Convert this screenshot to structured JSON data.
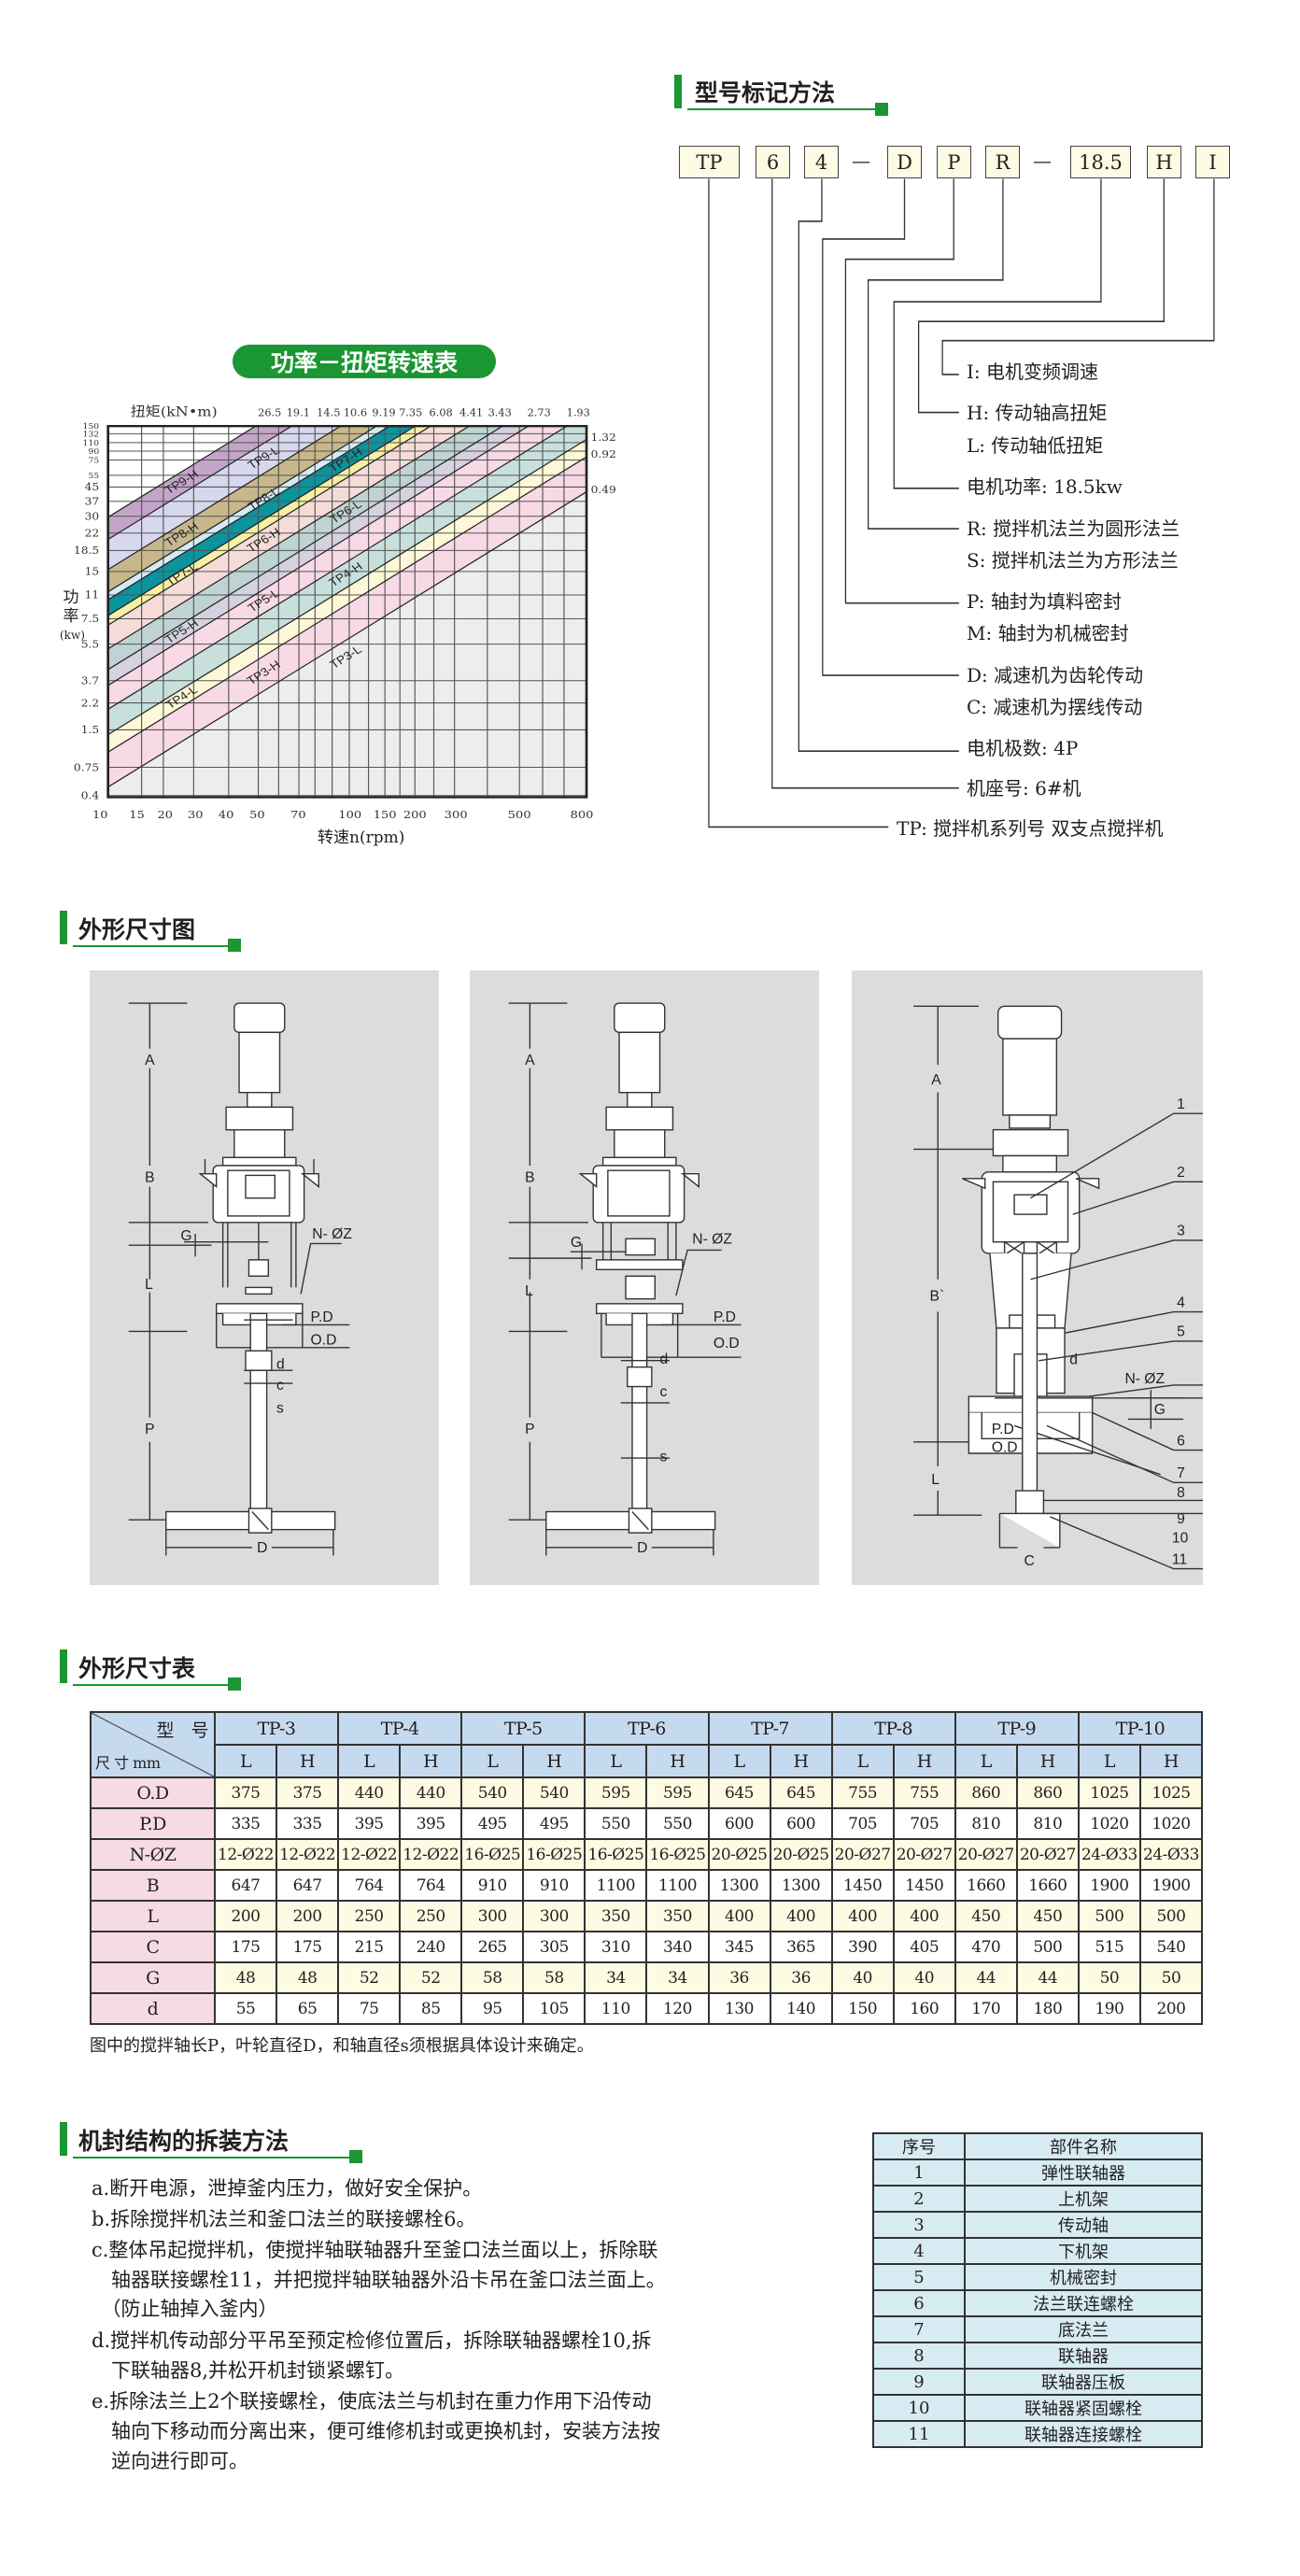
{
  "model_code": {
    "title": "型号标记方法",
    "boxes": [
      "TP",
      "6",
      "4",
      "D",
      "P",
      "R",
      "18.5",
      "H",
      "I"
    ],
    "dash": "—",
    "descriptions": [
      "I:  电机变频调速",
      "H:  传动轴高扭矩",
      "L:  传动轴低扭矩",
      "电机功率:  18.5kw",
      "R:  搅拌机法兰为圆形法兰",
      "S:  搅拌机法兰为方形法兰",
      "P:  轴封为填料密封",
      "M:  轴封为机械密封",
      "D:  减速机为齿轮传动",
      "C:  减速机为摆线传动",
      "电机极数:  4P",
      "机座号:  6#机",
      "TP:  搅拌机系列号  双支点搅拌机"
    ]
  },
  "chart_data": {
    "type": "area",
    "title": "功率－扭矩转速表",
    "torque_label": "扭矩(kN•m)",
    "torque_ticks": [
      "26.5",
      "19.1",
      "14.5",
      "10.6",
      "9.19",
      "7.35",
      "6.08",
      "4.41",
      "3.43",
      "2.73",
      "1.93"
    ],
    "right_ticks": [
      "1.32",
      "0.92",
      "0.49"
    ],
    "ylabel_chars": [
      "功",
      "率"
    ],
    "ylabel_unit": "(kw)",
    "xlabel": "转速n(rpm)",
    "xlim": [
      10,
      800
    ],
    "ylim": [
      0.4,
      150
    ],
    "x_ticks": [
      "10",
      "15",
      "20",
      "30",
      "40",
      "50",
      "70",
      "100",
      "150",
      "200",
      "300",
      "500",
      "800"
    ],
    "y_ticks": [
      "150",
      "132",
      "110",
      "90",
      "75",
      "55",
      "45",
      "37",
      "30",
      "22",
      "18.5",
      "15",
      "11",
      "7.5",
      "5.5",
      "3.7",
      "2.2",
      "1.5",
      "0.75",
      "0.4"
    ],
    "grid": true,
    "bands": [
      {
        "name": "TP9-H",
        "color": "#c4a5c9"
      },
      {
        "name": "TP9-L",
        "color": "#d7d7ee"
      },
      {
        "name": "TP8-H",
        "color": "#c8b78b"
      },
      {
        "name": "TP8-L",
        "color": "#d3ebf4"
      },
      {
        "name": "TP7-H",
        "color": "#0b939e"
      },
      {
        "name": "TP7-L",
        "color": "#f6f0a4"
      },
      {
        "name": "TP6-H",
        "color": "#f6dcd8"
      },
      {
        "name": "TP6-L",
        "color": "#bfd3d2"
      },
      {
        "name": "TP5-H",
        "color": "#d5d1df"
      },
      {
        "name": "TP5-L",
        "color": "#f8d9e6"
      },
      {
        "name": "TP4-H",
        "color": "#c8e0dc"
      },
      {
        "name": "TP4-L",
        "color": "#fdf8d7"
      },
      {
        "name": "TP3-H",
        "color": "#f8d9e6"
      },
      {
        "name": "TP3-L",
        "color": "#ededed"
      }
    ]
  },
  "drawings": {
    "title": "外形尺寸图",
    "panel1": {
      "A": "A",
      "B": "B",
      "G": "G",
      "NZ": "N- ØZ",
      "PD": "P.D",
      "OD": "O.D",
      "L": "L",
      "d": "d",
      "c": "c",
      "s": "s",
      "P": "P",
      "D": "D"
    },
    "panel2": {
      "A": "A",
      "B": "B",
      "G": "G",
      "NZ": "N- ØZ",
      "PD": "P.D",
      "OD": "O.D",
      "L": "L",
      "d": "d",
      "c": "c",
      "s": "s",
      "P": "P",
      "D": "D"
    },
    "panel3": {
      "A": "A",
      "B": "B`",
      "L": "L",
      "d": "d",
      "NZ": "N- ØZ",
      "G": "G",
      "PD": "P.D",
      "OD": "O.D",
      "C": "C",
      "parts": [
        "1",
        "2",
        "3",
        "4",
        "5",
        "6",
        "7",
        "8",
        "9",
        "10",
        "11"
      ]
    }
  },
  "dimension_table": {
    "title": "外形尺寸表",
    "corner_top": "型　号",
    "corner_bottom": "尺 寸 mm",
    "models": [
      "TP-3",
      "TP-4",
      "TP-5",
      "TP-6",
      "TP-7",
      "TP-8",
      "TP-9",
      "TP-10"
    ],
    "sub": [
      "L",
      "H"
    ],
    "rows": [
      {
        "label": "O.D",
        "values": [
          "375",
          "375",
          "440",
          "440",
          "540",
          "540",
          "595",
          "595",
          "645",
          "645",
          "755",
          "755",
          "860",
          "860",
          "1025",
          "1025"
        ]
      },
      {
        "label": "P.D",
        "values": [
          "335",
          "335",
          "395",
          "395",
          "495",
          "495",
          "550",
          "550",
          "600",
          "600",
          "705",
          "705",
          "810",
          "810",
          "1020",
          "1020"
        ]
      },
      {
        "label": "N-ØZ",
        "values": [
          "12-Ø22",
          "12-Ø22",
          "12-Ø22",
          "12-Ø22",
          "16-Ø25",
          "16-Ø25",
          "16-Ø25",
          "16-Ø25",
          "20-Ø25",
          "20-Ø25",
          "20-Ø27",
          "20-Ø27",
          "20-Ø27",
          "20-Ø27",
          "24-Ø33",
          "24-Ø33"
        ]
      },
      {
        "label": "B",
        "values": [
          "647",
          "647",
          "764",
          "764",
          "910",
          "910",
          "1100",
          "1100",
          "1300",
          "1300",
          "1450",
          "1450",
          "1660",
          "1660",
          "1900",
          "1900"
        ]
      },
      {
        "label": "L",
        "values": [
          "200",
          "200",
          "250",
          "250",
          "300",
          "300",
          "350",
          "350",
          "400",
          "400",
          "400",
          "400",
          "450",
          "450",
          "500",
          "500"
        ]
      },
      {
        "label": "C",
        "values": [
          "175",
          "175",
          "215",
          "240",
          "265",
          "305",
          "310",
          "340",
          "345",
          "365",
          "390",
          "405",
          "470",
          "500",
          "515",
          "540"
        ]
      },
      {
        "label": "G",
        "values": [
          "48",
          "48",
          "52",
          "52",
          "58",
          "58",
          "34",
          "34",
          "36",
          "36",
          "40",
          "40",
          "44",
          "44",
          "50",
          "50"
        ]
      },
      {
        "label": "d",
        "values": [
          "55",
          "65",
          "75",
          "85",
          "95",
          "105",
          "110",
          "120",
          "130",
          "140",
          "150",
          "160",
          "170",
          "180",
          "190",
          "200"
        ]
      }
    ],
    "note": "图中的搅拌轴长P，叶轮直径D，和轴直径s须根据具体设计来确定。"
  },
  "disassembly": {
    "title": "机封结构的拆装方法",
    "lines": [
      "a.断开电源，泄掉釜内压力，做好安全保护。",
      "b.拆除搅拌机法兰和釜口法兰的联接螺栓6。",
      "c.整体吊起搅拌机，使搅拌轴联轴器升至釜口法兰面以上，拆除联",
      "　轴器联接螺栓11，并把搅拌轴联轴器外沿卡吊在釜口法兰面上。",
      "　（防止轴掉入釜内）",
      "d.搅拌机传动部分平吊至预定检修位置后，拆除联轴器螺栓10,拆",
      "　下联轴器8,并松开机封锁紧螺钉。",
      "e.拆除法兰上2个联接螺栓，使底法兰与机封在重力作用下沿传动",
      "　轴向下移动而分离出来，便可维修机封或更换机封，安装方法按",
      "　逆向进行即可。"
    ]
  },
  "parts_table": {
    "headers": [
      "序号",
      "部件名称"
    ],
    "rows": [
      [
        "1",
        "弹性联轴器"
      ],
      [
        "2",
        "上机架"
      ],
      [
        "3",
        "传动轴"
      ],
      [
        "4",
        "下机架"
      ],
      [
        "5",
        "机械密封"
      ],
      [
        "6",
        "法兰联连螺栓"
      ],
      [
        "7",
        "底法兰"
      ],
      [
        "8",
        "联轴器"
      ],
      [
        "9",
        "联轴器压板"
      ],
      [
        "10",
        "联轴器紧固螺栓"
      ],
      [
        "11",
        "联轴器连接螺栓"
      ]
    ]
  }
}
